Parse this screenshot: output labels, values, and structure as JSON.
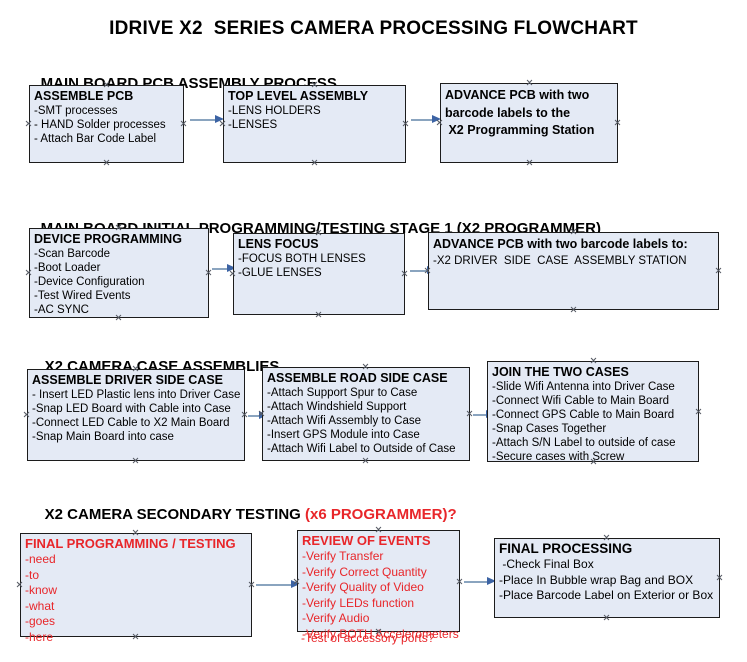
{
  "document": {
    "title": "IDRIVE X2  SERIES CAMERA PROCESSING FLOWCHART"
  },
  "colors": {
    "box_fill": "#e4eaf5",
    "box_border": "#1c1c1c",
    "arrow_shaft": "#8aa4bf",
    "arrow_head": "#3c63a4",
    "red_text": "#e8262a",
    "text": "#000000",
    "background": "#ffffff"
  },
  "sections": [
    {
      "heading": "MAIN BOARD PCB ASSEMBLY PROCESS",
      "heading_highlight": "",
      "boxes": [
        {
          "title": "ASSEMBLE PCB",
          "lines": [
            "-SMT processes",
            "- HAND Solder processes",
            "- Attach Bar Code Label"
          ]
        },
        {
          "title": "TOP LEVEL ASSEMBLY",
          "lines": [
            "-LENS HOLDERS",
            "-LENSES"
          ]
        },
        {
          "title": "ADVANCE PCB with two",
          "lines": [
            "barcode labels to the",
            " X2 Programming Station"
          ]
        }
      ]
    },
    {
      "heading": "MAIN BOARD INITIAL PROGRAMMING/TESTING STAGE 1 (X2 PROGRAMMER)",
      "heading_highlight": "",
      "boxes": [
        {
          "title": "DEVICE PROGRAMMING",
          "lines": [
            "-Scan Barcode",
            "-Boot Loader",
            "-Device Configuration",
            "-Test Wired Events",
            "-AC SYNC"
          ]
        },
        {
          "title": "LENS FOCUS",
          "lines": [
            "-FOCUS BOTH LENSES",
            "-GLUE LENSES"
          ]
        },
        {
          "title": "ADVANCE PCB with two barcode labels to:",
          "lines": [
            "-X2 DRIVER  SIDE  CASE  ASSEMBLY STATION"
          ]
        }
      ]
    },
    {
      "heading": "X2 CAMERA CASE ASSEMBLIES",
      "heading_highlight": "",
      "boxes": [
        {
          "title": "ASSEMBLE DRIVER SIDE CASE",
          "lines": [
            "- Insert LED Plastic lens into Driver Case",
            "-Snap LED Board with Cable into Case",
            "-Connect LED Cable to X2 Main Board",
            "-Snap Main Board into case"
          ]
        },
        {
          "title": "ASSEMBLE ROAD SIDE CASE",
          "lines": [
            "-Attach Support Spur to Case",
            "-Attach Windshield Support",
            "-Attach Wifi Assembly to Case",
            "-Insert GPS Module into Case",
            "-Attach Wifi Label to Outside of Case"
          ]
        },
        {
          "title": "JOIN THE TWO CASES",
          "lines": [
            "-Slide Wifi Antenna into Driver Case",
            "-Connect Wifi Cable to Main Board",
            "-Connect GPS Cable to Main Board",
            "-Snap Cases Together",
            "-Attach S/N Label to outside of case",
            "-Secure cases with Screw"
          ]
        }
      ]
    },
    {
      "heading": "X2 CAMERA SECONDARY TESTING ",
      "heading_highlight": "(x6 PROGRAMMER)?",
      "boxes": [
        {
          "title": "FINAL PROGRAMMING / TESTING",
          "lines": [
            "-need",
            "-to",
            "-know",
            "-what",
            "-goes",
            "-here"
          ]
        },
        {
          "title": "REVIEW OF EVENTS",
          "lines": [
            "-Verify Transfer",
            "-Verify Correct Quantity",
            "-Verify Quality of Video",
            "-Verify LEDs function",
            "-Verify Audio",
            "-Verify BOTH Accelerometers"
          ],
          "overflow_line": "-Test of accessory ports?"
        },
        {
          "title": "FINAL PROCESSING",
          "lines": [
            " -Check Final Box",
            "-Place In Bubble wrap Bag and BOX",
            "-Place Barcode Label on Exterior or Box"
          ]
        }
      ]
    }
  ]
}
